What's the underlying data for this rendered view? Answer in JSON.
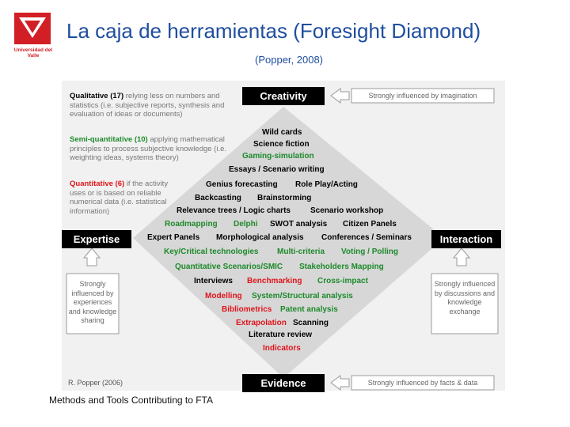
{
  "logo": {
    "name": "Universidad del Valle"
  },
  "header": {
    "title": "La caja de herramientas (Foresight Diamond)",
    "subtitle": "(Popper, 2008)"
  },
  "diagram": {
    "corners": {
      "top": "Creativity",
      "left": "Expertise",
      "right": "Interaction",
      "bottom": "Evidence"
    },
    "notes": {
      "top": "Strongly influenced by imagination",
      "bottom": "Strongly influenced by facts & data"
    },
    "influence_boxes": {
      "left": "Strongly influenced by experiences and knowledge sharing",
      "right": "Strongly influenced by discussions and knowledge exchange"
    },
    "legend": [
      {
        "heading": "Qualitative (17)",
        "text": " relying less on numbers and statistics (i.e. subjective reports, synthesis and evaluation of ideas or documents)",
        "color": "#000000"
      },
      {
        "heading": "Semi-quantitative (10)",
        "text": " applying mathematical principles to process subjective knowledge (i.e. weighting ideas, systems theory)",
        "color": "#1d8a2b"
      },
      {
        "heading": "Quantitative (6)",
        "text": " if the activity uses or is based on reliable numerical data (i.e. statistical information)",
        "color": "#e0141c"
      }
    ],
    "methods": [
      {
        "label": "Wild cards",
        "type": "qualitative"
      },
      {
        "label": "Science fiction",
        "type": "qualitative"
      },
      {
        "label": "Gaming-simulation",
        "type": "semi-quantitative"
      },
      {
        "label": "Essays / Scenario writing",
        "type": "qualitative"
      },
      {
        "label": "Genius forecasting",
        "type": "qualitative"
      },
      {
        "label": "Role Play/Acting",
        "type": "qualitative"
      },
      {
        "label": "Backcasting",
        "type": "qualitative"
      },
      {
        "label": "Brainstorming",
        "type": "qualitative"
      },
      {
        "label": "Relevance trees / Logic charts",
        "type": "qualitative"
      },
      {
        "label": "Scenario workshop",
        "type": "qualitative"
      },
      {
        "label": "Roadmapping",
        "type": "semi-quantitative"
      },
      {
        "label": "Delphi",
        "type": "semi-quantitative"
      },
      {
        "label": "SWOT analysis",
        "type": "qualitative"
      },
      {
        "label": "Citizen Panels",
        "type": "qualitative"
      },
      {
        "label": "Expert Panels",
        "type": "qualitative"
      },
      {
        "label": "Morphological analysis",
        "type": "qualitative"
      },
      {
        "label": "Conferences / Seminars",
        "type": "qualitative"
      },
      {
        "label": "Key/Critical technologies",
        "type": "semi-quantitative"
      },
      {
        "label": "Multi-criteria",
        "type": "semi-quantitative"
      },
      {
        "label": "Voting / Polling",
        "type": "semi-quantitative"
      },
      {
        "label": "Quantitative Scenarios/SMIC",
        "type": "semi-quantitative"
      },
      {
        "label": "Stakeholders Mapping",
        "type": "semi-quantitative"
      },
      {
        "label": "Interviews",
        "type": "qualitative"
      },
      {
        "label": "Benchmarking",
        "type": "quantitative"
      },
      {
        "label": "Cross-impact",
        "type": "semi-quantitative"
      },
      {
        "label": "Modelling",
        "type": "quantitative"
      },
      {
        "label": "System/Structural analysis",
        "type": "semi-quantitative"
      },
      {
        "label": "Bibliometrics",
        "type": "quantitative"
      },
      {
        "label": "Patent analysis",
        "type": "semi-quantitative"
      },
      {
        "label": "Extrapolation",
        "type": "quantitative"
      },
      {
        "label": "Scanning",
        "type": "qualitative"
      },
      {
        "label": "Literature review",
        "type": "qualitative"
      },
      {
        "label": "Indicators",
        "type": "quantitative"
      }
    ],
    "type_colors": {
      "qualitative": "#000000",
      "semi-quantitative": "#1d8a2b",
      "quantitative": "#e0141c",
      "diamond_fill": "#d7d7d7"
    },
    "source": "R. Popper (2006)"
  },
  "footer": {
    "caption": "Methods and Tools Contributing to FTA"
  }
}
